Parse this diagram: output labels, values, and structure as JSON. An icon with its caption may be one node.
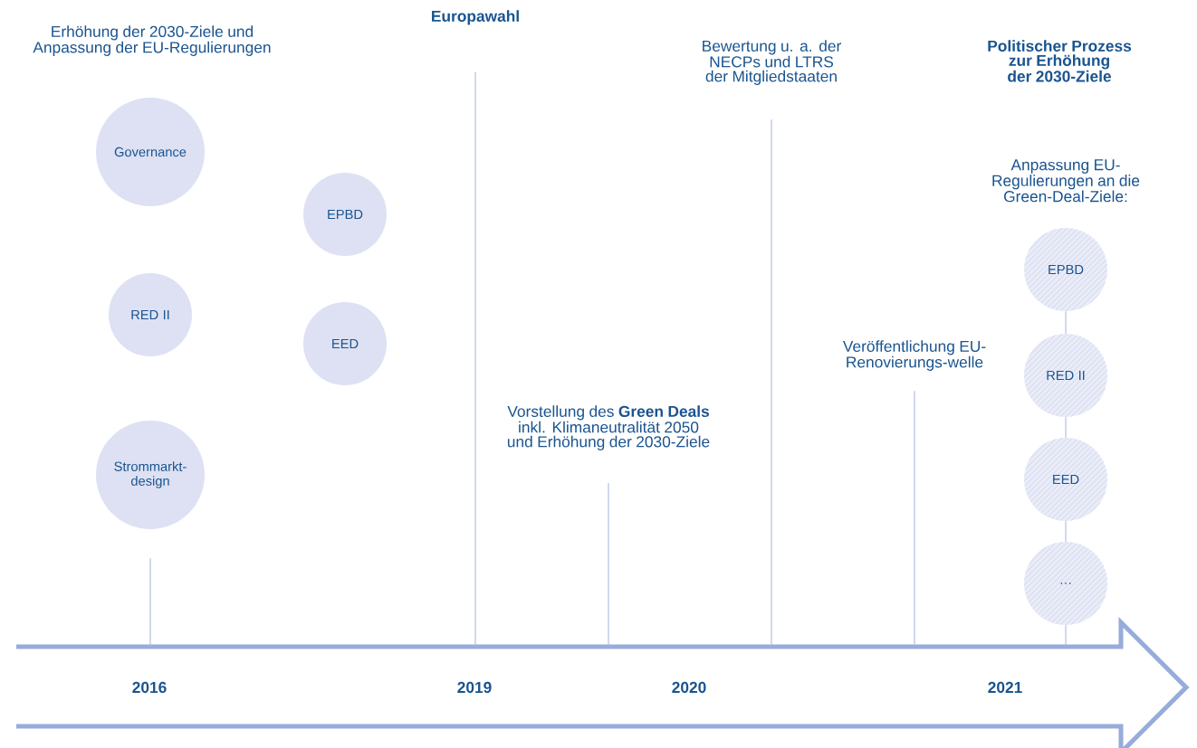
{
  "diagram": {
    "nodes": [
      {
        "text": [
          "Governance"
        ]
      },
      {
        "text": [
          "EPBD"
        ]
      },
      {
        "text": [
          "RED II"
        ]
      },
      {
        "text": [
          "EED"
        ]
      },
      {
        "text": [
          "Strommarkt-design"
        ]
      },
      {
        "text": [
          "Europawahl"
        ]
      },
      {
        "text": [
          "Bewertung u. a. der NECPs und LTRS der Mitgliedstaaten"
        ]
      },
      {
        "text": [
          "Vorstellung des **Green Deals** inkl. Klimaneutralität 2050 und Erhöhung der 2030-Ziele"
        ]
      },
      {
        "text": [
          "Veröffentlichung EU-Renovierungs-welle"
        ]
      },
      {
        "text": [
          "EPBD"
        ]
      },
      {
        "text": [
          "RED II"
        ]
      },
      {
        "text": [
          "EED"
        ]
      },
      {
        "text": [
          "…"
        ]
      },
      {
        "text": [
          "2016",
          "2019",
          "2020",
          "2021"
        ]
      }
    ],
    "edges": [
      {
        "from": 4,
        "to": 13,
        "arrow": "none"
      },
      {
        "from": 5,
        "to": 13,
        "arrow": "none"
      },
      {
        "from": 7,
        "to": 13,
        "arrow": "none"
      },
      {
        "from": 6,
        "to": 13,
        "arrow": "none"
      },
      {
        "from": 8,
        "to": 13,
        "arrow": "none"
      },
      {
        "from": 9,
        "to": 10,
        "arrow": "none"
      },
      {
        "from": 10,
        "to": 11,
        "arrow": "none"
      },
      {
        "from": 11,
        "to": 12,
        "arrow": "none"
      },
      {
        "from": 12,
        "to": 13,
        "arrow": "none"
      }
    ],
    "labels": [
      "Erhöhung der 2030-Ziele und Anpassung der EU-Regulierungen",
      "Politischer Prozess zur Erhöhung der 2030-Ziele",
      "Anpassung EU-Regulierungen an die Green-Deal-Ziele:"
    ]
  }
}
